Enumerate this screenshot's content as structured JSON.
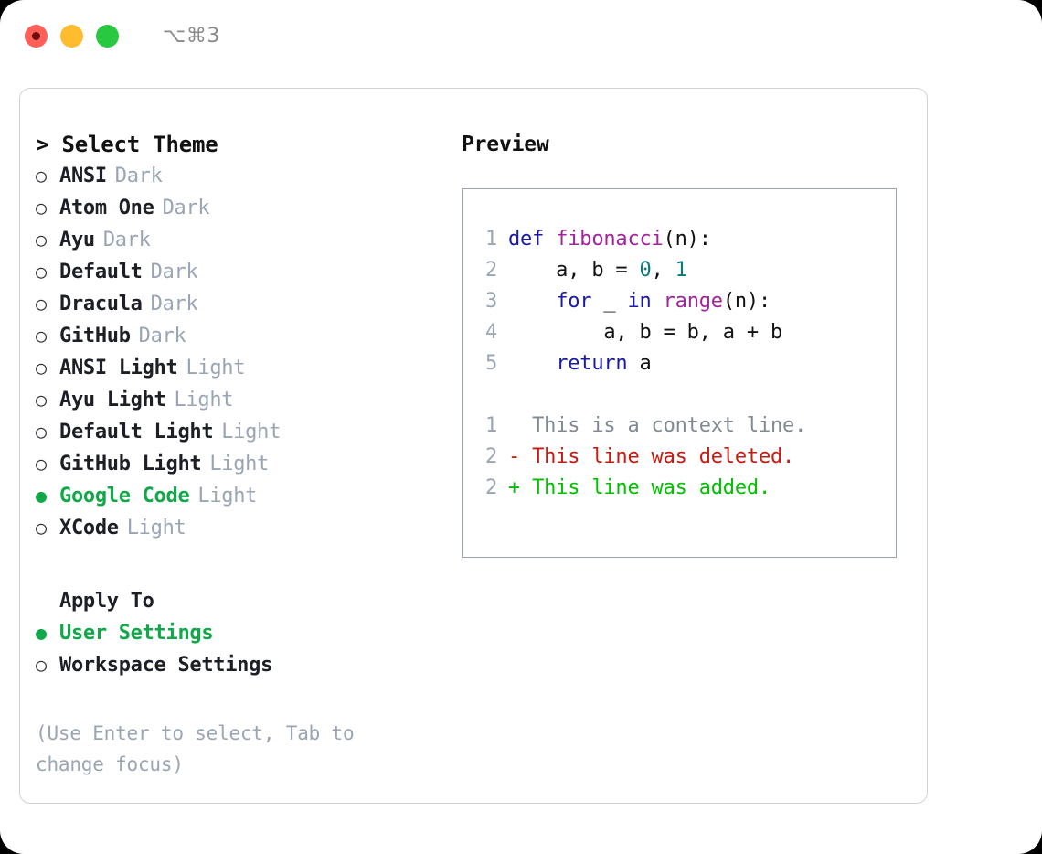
{
  "window": {
    "shortcut": "⌥⌘3",
    "lights": [
      {
        "name": "close",
        "color": "#ff5f57"
      },
      {
        "name": "minimize",
        "color": "#febc2e"
      },
      {
        "name": "maximize",
        "color": "#28c840"
      }
    ]
  },
  "theme_picker": {
    "header": "> Select Theme",
    "options": [
      {
        "bullet": "○",
        "label": "ANSI",
        "tag": "Dark",
        "selected": false
      },
      {
        "bullet": "○",
        "label": "Atom One",
        "tag": "Dark",
        "selected": false
      },
      {
        "bullet": "○",
        "label": "Ayu",
        "tag": "Dark",
        "selected": false
      },
      {
        "bullet": "○",
        "label": "Default",
        "tag": "Dark",
        "selected": false
      },
      {
        "bullet": "○",
        "label": "Dracula",
        "tag": "Dark",
        "selected": false
      },
      {
        "bullet": "○",
        "label": "GitHub",
        "tag": "Dark",
        "selected": false
      },
      {
        "bullet": "○",
        "label": "ANSI Light",
        "tag": "Light",
        "selected": false
      },
      {
        "bullet": "○",
        "label": "Ayu Light",
        "tag": "Light",
        "selected": false
      },
      {
        "bullet": "○",
        "label": "Default Light",
        "tag": "Light",
        "selected": false
      },
      {
        "bullet": "○",
        "label": "GitHub Light",
        "tag": "Light",
        "selected": false
      },
      {
        "bullet": "●",
        "label": "Google Code",
        "tag": "Light",
        "selected": true
      },
      {
        "bullet": "○",
        "label": "XCode",
        "tag": "Light",
        "selected": false
      }
    ]
  },
  "apply_to": {
    "title": "Apply To",
    "options": [
      {
        "bullet": "●",
        "label": "User Settings",
        "tag": "",
        "selected": true
      },
      {
        "bullet": "○",
        "label": "Workspace Settings",
        "tag": "",
        "selected": false
      }
    ]
  },
  "hint": "(Use Enter to select, Tab to change focus)",
  "preview": {
    "title": "Preview",
    "code_lines": [
      {
        "no": "1",
        "tokens": [
          {
            "t": "def ",
            "c": "kw"
          },
          {
            "t": "fibonacci",
            "c": "fn"
          },
          {
            "t": "(n):",
            "c": "pl"
          }
        ]
      },
      {
        "no": "2",
        "tokens": [
          {
            "t": "    a, b = ",
            "c": "pl"
          },
          {
            "t": "0",
            "c": "num"
          },
          {
            "t": ", ",
            "c": "pl"
          },
          {
            "t": "1",
            "c": "num"
          }
        ]
      },
      {
        "no": "3",
        "tokens": [
          {
            "t": "    ",
            "c": "pl"
          },
          {
            "t": "for",
            "c": "kw"
          },
          {
            "t": " _ ",
            "c": "pl"
          },
          {
            "t": "in",
            "c": "kw"
          },
          {
            "t": " ",
            "c": "pl"
          },
          {
            "t": "range",
            "c": "fn"
          },
          {
            "t": "(n):",
            "c": "pl"
          }
        ]
      },
      {
        "no": "4",
        "tokens": [
          {
            "t": "        a, b = b, a + b",
            "c": "pl"
          }
        ]
      },
      {
        "no": "5",
        "tokens": [
          {
            "t": "    ",
            "c": "pl"
          },
          {
            "t": "return",
            "c": "kw"
          },
          {
            "t": " a",
            "c": "pl"
          }
        ]
      }
    ],
    "diff_lines": [
      {
        "no": "1",
        "text": "  This is a context line.",
        "kind": "ctx"
      },
      {
        "no": "2",
        "text": "- This line was deleted.",
        "kind": "del"
      },
      {
        "no": "2",
        "text": "+ This line was added.",
        "kind": "add"
      }
    ]
  },
  "colors": {
    "accent_green": "#12a84a",
    "muted": "#9aa5b4",
    "keyword": "#1a1aa8",
    "function": "#a1249c",
    "number": "#0b7a7a",
    "diff_added": "#00c000",
    "diff_deleted": "#c41a10",
    "diff_context": "#808a93"
  }
}
